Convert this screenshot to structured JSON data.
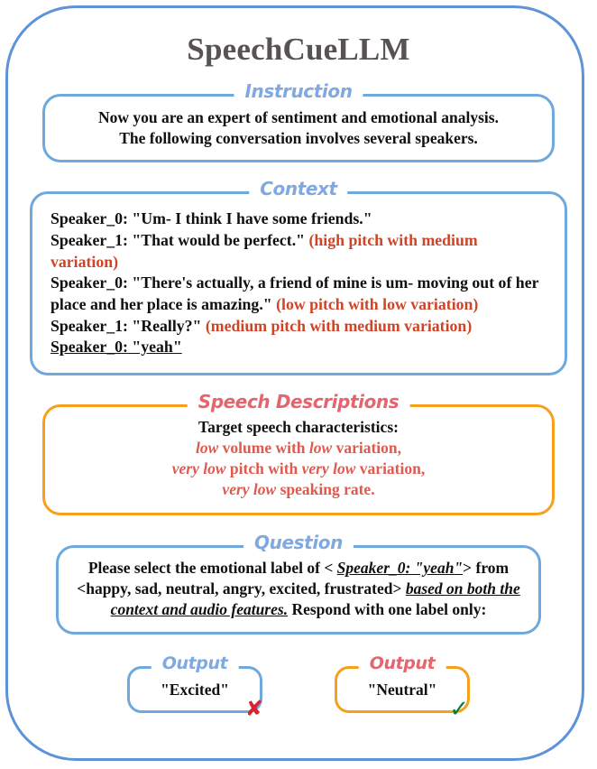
{
  "title": "SpeechCueLLM",
  "colors": {
    "frame_blue": "#5e93d8",
    "section_blue": "#6fa8dc",
    "legend_blue": "#7fa9e0",
    "orange": "#f7a01c",
    "legend_pink": "#e4656e",
    "context_red": "#cf4326",
    "speech_salmon": "#e0594d",
    "title_gray": "#575352",
    "cross_red": "#d8232e",
    "check_green": "#0e7b3e"
  },
  "instruction": {
    "legend": "Instruction",
    "line1": "Now you are an expert of sentiment and emotional analysis.",
    "line2": "The following conversation involves several speakers."
  },
  "context": {
    "legend": "Context",
    "turns": [
      {
        "speaker": "Speaker_0:",
        "text": "\"Um- I think I have some friends.\"",
        "cue": ""
      },
      {
        "speaker": "Speaker_1:",
        "text": "\"That would be perfect.\"",
        "cue": "(high pitch with medium variation)"
      },
      {
        "speaker": "Speaker_0:",
        "text": "\"There's actually, a friend of mine is um- moving out of her place and her place is amazing.\"",
        "cue": "(low pitch with low variation)"
      },
      {
        "speaker": "Speaker_1:",
        "text": "\"Really?\"",
        "cue": "(medium pitch with medium variation)"
      },
      {
        "speaker": "Speaker_0:",
        "text": "\"yeah\"",
        "cue": "",
        "highlight": true
      }
    ]
  },
  "speech_descriptions": {
    "legend": "Speech Descriptions",
    "heading": "Target speech characteristics:",
    "lines": [
      {
        "em1": "low",
        "mid": " volume with ",
        "em2": "low",
        "tail": " variation,"
      },
      {
        "em1": "very low",
        "mid": " pitch with ",
        "em2": "very low",
        "tail": " variation,"
      },
      {
        "em1": "very low",
        "mid": " speaking rate.",
        "em2": "",
        "tail": ""
      }
    ]
  },
  "question": {
    "legend": "Question",
    "part1": "Please select the emotional label of < ",
    "target": "Speaker_0: \"yeah\"",
    "part2": "> from <happy, sad, neutral, angry, excited, frustrated> ",
    "emphasis": "based on both the context and audio features.",
    "part3": " Respond with one label only:"
  },
  "outputs": [
    {
      "legend": "Output",
      "value": "\"Excited\"",
      "mark": "cross-icon",
      "mark_glyph": "✘",
      "correct": false
    },
    {
      "legend": "Output",
      "value": "\"Neutral\"",
      "mark": "check-icon",
      "mark_glyph": "✓",
      "correct": true
    }
  ]
}
